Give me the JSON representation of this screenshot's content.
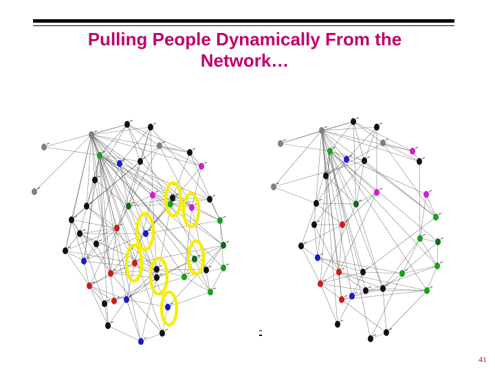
{
  "slide": {
    "title_line1": "Pulling People Dynamically From the",
    "title_line2": "Network…",
    "page_number": "41"
  },
  "colors": {
    "title": "#c0006a",
    "highlight": "#f5ee00",
    "node_gray": "#7f7f7f",
    "node_black": "#111111",
    "node_green": "#1aa01a",
    "node_darkgreen": "#0f6a1a",
    "node_magenta": "#d020c8",
    "node_blue": "#1a1ac8",
    "node_red": "#d01a1a",
    "edge": "#555555"
  }
}
